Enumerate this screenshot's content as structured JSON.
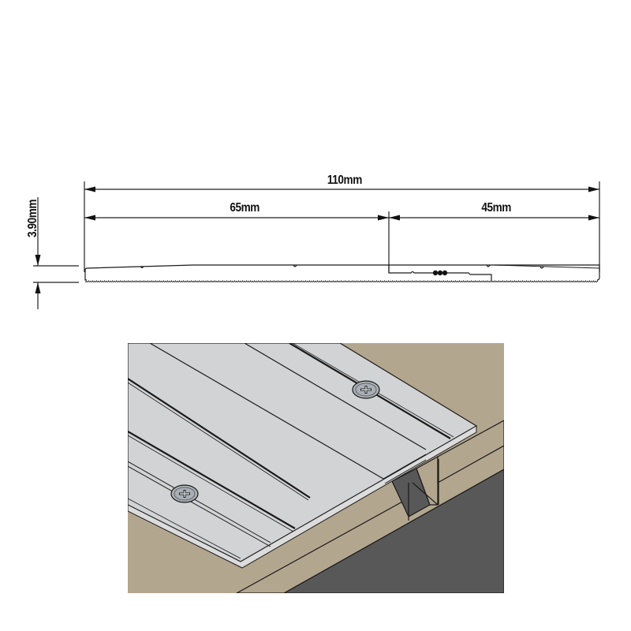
{
  "dimensions": {
    "total_width": "110mm",
    "left_section": "65mm",
    "right_section": "45mm",
    "thickness": "3.90mm"
  },
  "profile_drawing": {
    "description": "cross-section of aluminium threshold ramp profile with serrated underside",
    "features": [
      "tapered-top-edge",
      "top-grooves",
      "serrated-underside",
      "insert-channel"
    ]
  },
  "illustration": {
    "description": "isometric view of aluminium threshold strip screwed over floor joint",
    "screws": 2,
    "colors": {
      "aluminium": "#d2d3d5",
      "floor": "#b3a68f",
      "subfloor": "#575857",
      "line": "#1a1a1a",
      "screw": "#a9afb4"
    }
  }
}
